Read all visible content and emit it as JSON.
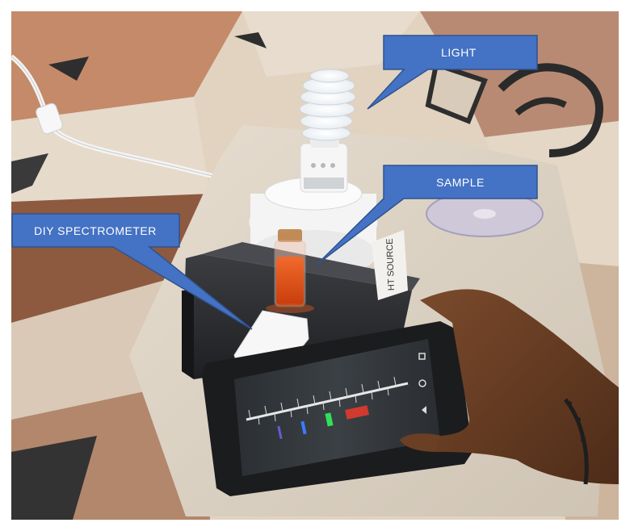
{
  "callouts": {
    "light": "LIGHT",
    "sample": "SAMPLE",
    "spectrometer": "DIY SPECTROMETER"
  },
  "printed_label": "HT SOURCE",
  "colors": {
    "callout_fill": "#4472c4",
    "callout_border": "#2f528f",
    "callout_text": "#ffffff",
    "sample_liquid": "#e8541a",
    "phone_body": "#202124",
    "carpet_light": "#e3d6c4",
    "carpet_brown": "#8a5e44",
    "carpet_dark": "#3a3a3a",
    "board": "#ddd4c7"
  },
  "spectrum_lines": [
    "violet",
    "blue",
    "green",
    "red"
  ]
}
